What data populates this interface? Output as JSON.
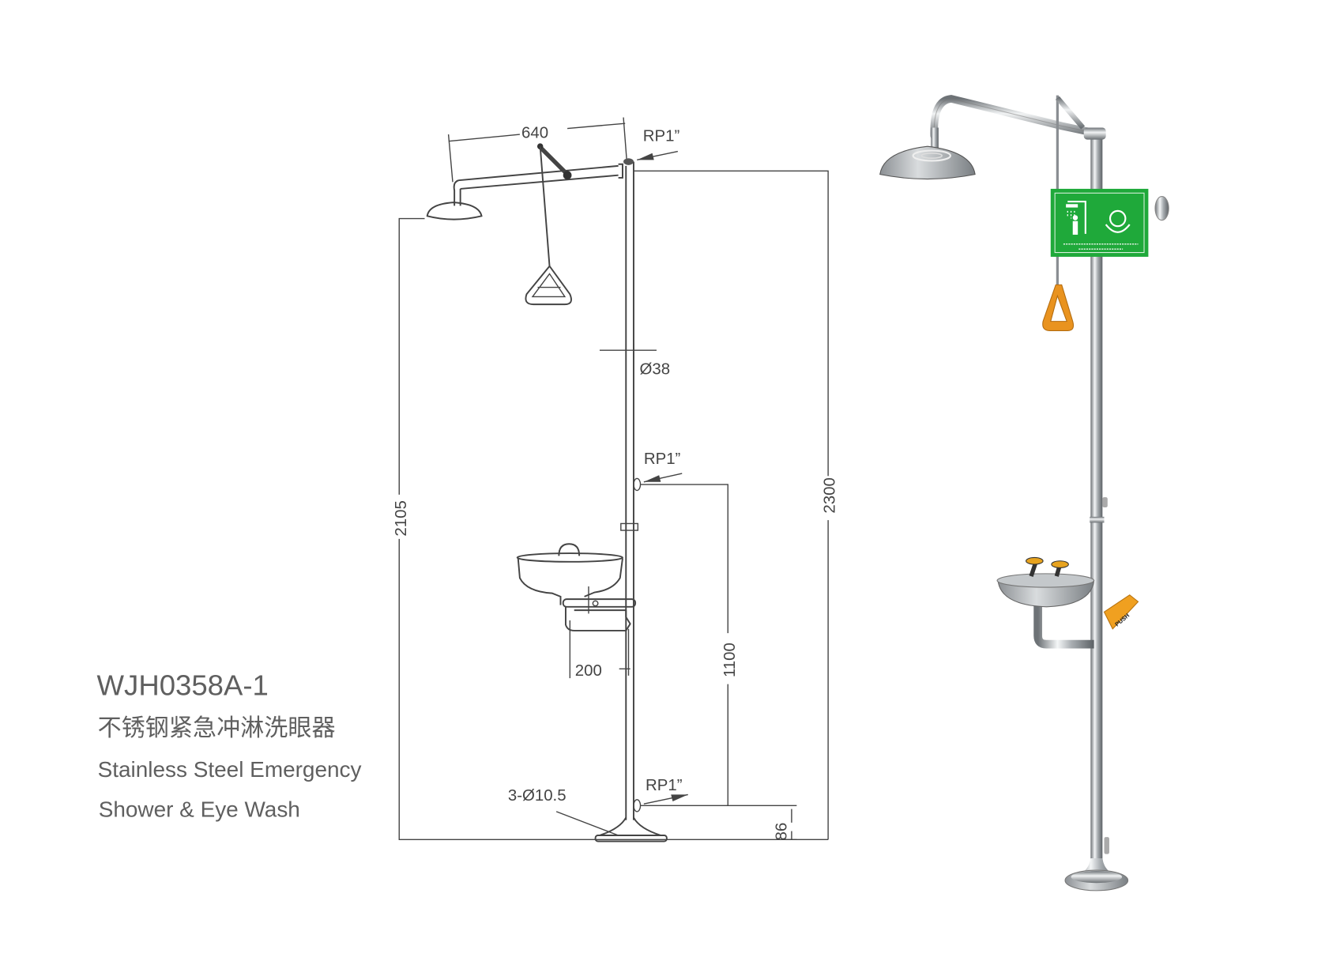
{
  "product": {
    "model": "WJH0358A-1",
    "name_cn": "不锈钢紧急冲淋洗眼器",
    "name_en_line1": "Stainless Steel Emergency",
    "name_en_line2": "Shower & Eye Wash"
  },
  "drawing": {
    "arm_length": "640",
    "pipe_diameter": "Ø38",
    "inlet_top": "RP1”",
    "inlet_middle": "RP1”",
    "inlet_bottom": "RP1”",
    "shower_height": "2105",
    "total_height": "2300",
    "eyewash_inlet_height": "1100",
    "bowl_offset": "200",
    "bottom_inlet_height": "86",
    "base_holes": "3-Ø10.5"
  },
  "photo": {
    "push_plate_label": "PUSH",
    "colors": {
      "sign_green": "#1fa93a",
      "handle_orange": "#e9931f",
      "steel": "#b8bcc0"
    }
  }
}
